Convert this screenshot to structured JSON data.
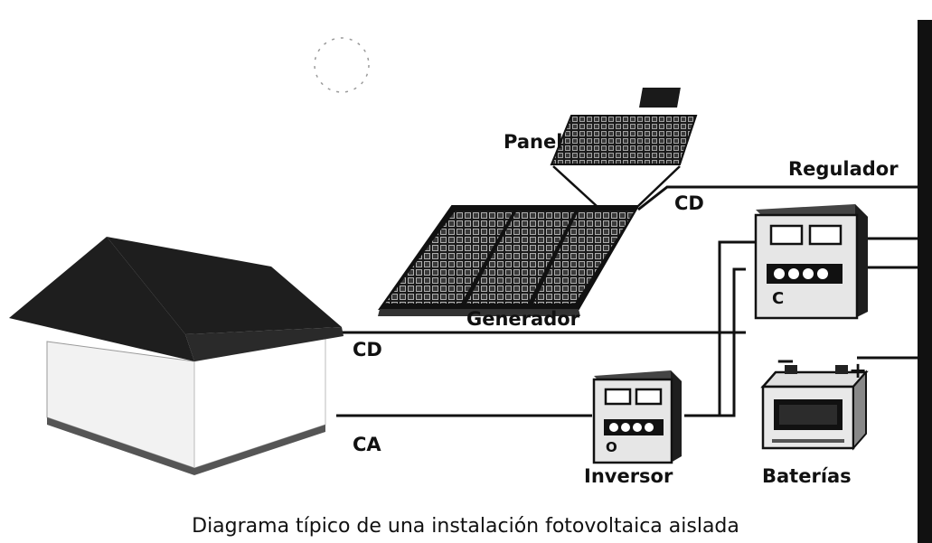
{
  "labels": {
    "panel": "Panel",
    "regulador": "Regulador",
    "cd_top": "CD",
    "generador": "Generador",
    "cd_house": "CD",
    "ca_house": "CA",
    "inversor": "Inversor",
    "baterias": "Baterías",
    "battery_minus": "−",
    "battery_plus": "+",
    "regulator_mark": "C",
    "inverter_mark": "O"
  },
  "caption": "Diagrama típico de una instalación fotovoltaica aislada",
  "colors": {
    "ink": "#111111",
    "dark_fill": "#1e1e1e",
    "paper": "#ffffff"
  },
  "icons": [
    "house-icon",
    "solar-array-icon",
    "solar-panel-icon",
    "regulator-icon",
    "inverter-icon",
    "battery-icon"
  ]
}
